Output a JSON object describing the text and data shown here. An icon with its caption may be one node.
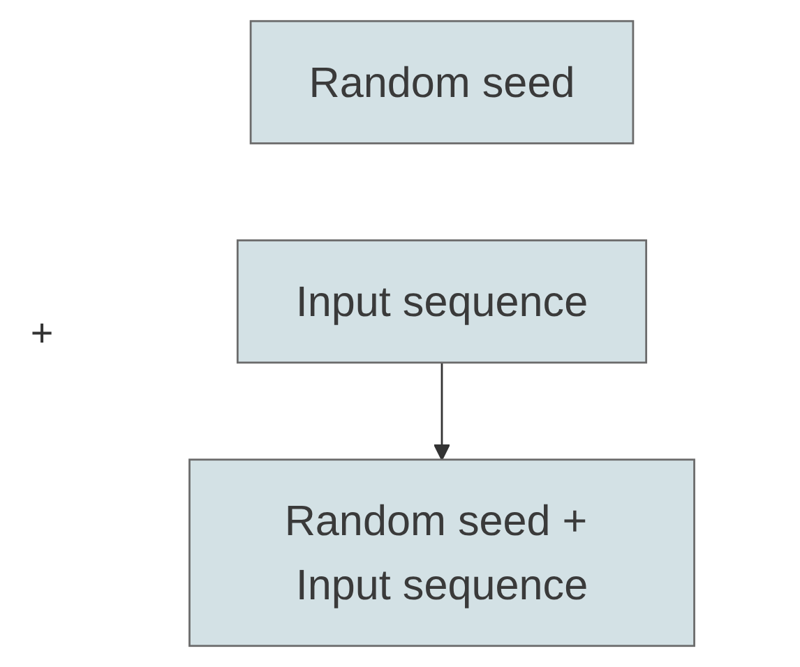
{
  "diagram": {
    "nodes": [
      {
        "text": [
          "Random seed"
        ]
      },
      {
        "text": [
          "Input sequence"
        ]
      },
      {
        "text": [
          "Random seed + Input sequence"
        ]
      }
    ],
    "edges": [
      {
        "from": 1,
        "to": 2,
        "arrow": "to"
      }
    ],
    "labels": [
      "+"
    ]
  }
}
